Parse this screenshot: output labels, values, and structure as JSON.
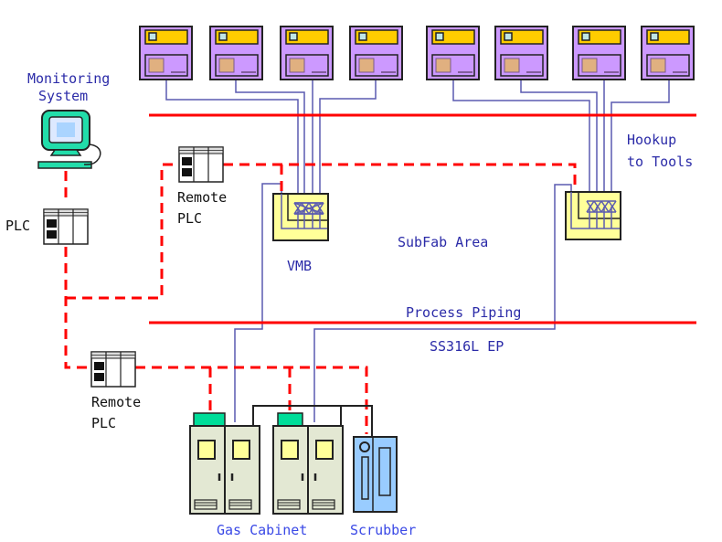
{
  "colors": {
    "power_line": "#ff0000",
    "control_line": "#ff0000",
    "pipe": "#5a5ab0",
    "tool_body": "#cc99ff",
    "tool_panel": "#ffcc00",
    "tool_window": "#e0b080",
    "tool_led": "#bfe6e6",
    "vmb_fill": "#ffff99",
    "cabinet_fill": "#e3e8d3",
    "cabinet_cap": "#00dd99",
    "cabinet_window": "#ffff99",
    "scrubber_fill": "#99ccff",
    "monitor_frame": "#22ddaa",
    "monitor_screen": "#aad4ff"
  },
  "labels": {
    "monitoring_system": [
      "Monitoring",
      "System"
    ],
    "plc": "PLC",
    "remote_plc_upper": [
      "Remote",
      "PLC"
    ],
    "remote_plc_lower": [
      "Remote",
      "PLC"
    ],
    "hookup_to_tools": [
      "Hookup",
      "to Tools"
    ],
    "vmb": "VMB",
    "subfab_area": "SubFab Area",
    "process_piping": "Process Piping",
    "ss316l_ep": "SS316L EP",
    "gas_cabinet": "Gas Cabinet",
    "scrubber": "Scrubber"
  },
  "tools": {
    "left_group_count": 4,
    "right_group_count": 4
  }
}
